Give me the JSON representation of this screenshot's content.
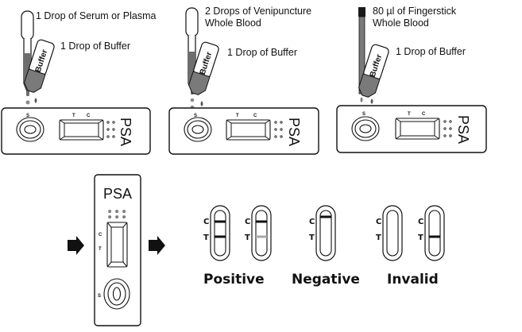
{
  "steps": [
    {
      "sample_label_line1": "1 Drop of Serum or Plasma",
      "sample_label_line2": "",
      "buffer_label": "1 Drop of Buffer",
      "bottle_text": "Buffer",
      "cassette_label": "PSA",
      "well_label": "S",
      "t_label": "T",
      "c_label": "C",
      "applicator": "dropper"
    },
    {
      "sample_label_line1": "2 Drops of Venipuncture",
      "sample_label_line2": "Whole Blood",
      "buffer_label": "1 Drop of Buffer",
      "bottle_text": "Buffer",
      "cassette_label": "PSA",
      "well_label": "S",
      "t_label": "T",
      "c_label": "C",
      "applicator": "dropper"
    },
    {
      "sample_label_line1": "80 µl of Fingerstick",
      "sample_label_line2": "Whole Blood",
      "buffer_label": "1 Drop of Buffer",
      "bottle_text": "Buffer",
      "cassette_label": "PSA",
      "well_label": "S",
      "t_label": "T",
      "c_label": "C",
      "applicator": "capillary"
    }
  ],
  "vertical_cassette": {
    "label": "PSA",
    "c_label": "C",
    "t_label": "T",
    "well_label": "S"
  },
  "results": {
    "c_label": "C",
    "t_label": "T",
    "groups": [
      {
        "label": "Positive",
        "strips": [
          {
            "c_line": "dark",
            "t_line": "dark"
          },
          {
            "c_line": "dark",
            "t_line": "faint"
          }
        ]
      },
      {
        "label": "Negative",
        "strips": [
          {
            "c_line": "dark",
            "t_line": "none"
          }
        ]
      },
      {
        "label": "Invalid",
        "strips": [
          {
            "c_line": "none",
            "t_line": "none"
          },
          {
            "c_line": "none",
            "t_line": "dark"
          }
        ]
      }
    ]
  },
  "colors": {
    "ink": "#111111",
    "sample": "#6e6e6e",
    "bottle": "#7a7a7a",
    "faint_line": "#a8a8a8"
  }
}
